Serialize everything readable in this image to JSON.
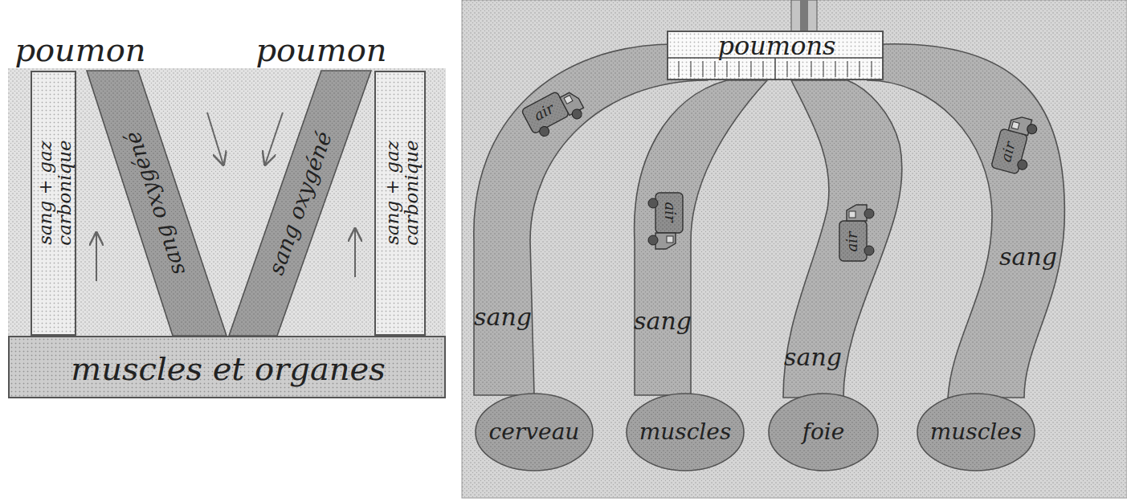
{
  "diagram": {
    "nodes": [
      {
        "text": [
          "sang + gaz carbonique"
        ]
      },
      {
        "text": [
          "sang oxygéné"
        ]
      },
      {
        "text": [
          "sang oxygéné"
        ]
      },
      {
        "text": [
          "sang + gaz carbonique"
        ]
      },
      {
        "text": [
          "muscles et organes"
        ]
      },
      {
        "text": [
          "poumons"
        ]
      },
      {
        "text": [
          "sang"
        ]
      },
      {
        "text": [
          "air"
        ],
        "in": 6
      },
      {
        "text": [
          "sang"
        ]
      },
      {
        "text": [
          "air"
        ],
        "in": 8
      },
      {
        "text": [
          "sang"
        ]
      },
      {
        "text": [
          "air"
        ],
        "in": 10
      },
      {
        "text": [
          "sang"
        ]
      },
      {
        "text": [
          "air"
        ],
        "in": 12
      },
      {
        "text": [
          "cerveau"
        ]
      },
      {
        "text": [
          "muscles"
        ]
      },
      {
        "text": [
          "foie"
        ]
      },
      {
        "text": [
          "muscles"
        ]
      }
    ],
    "labels": [
      "poumon",
      "poumon"
    ]
  }
}
